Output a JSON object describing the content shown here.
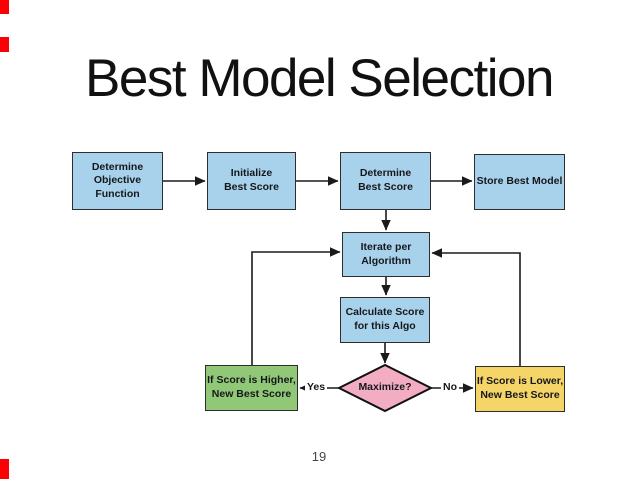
{
  "slide": {
    "title": "Best Model Selection",
    "page_number": "19"
  },
  "colors": {
    "background": "#ffffff",
    "title_text": "#111111",
    "node_text": "#15181b",
    "connector": "#1a1a1a",
    "process_fill": "#a8d1ec",
    "decision_fill": "#f2adc3",
    "true_branch_fill": "#90c877",
    "false_branch_fill": "#f5d568",
    "node_border": "#2d2d2d",
    "edge_marker_red": "#fb0106"
  },
  "flowchart": {
    "nodes": [
      {
        "id": "determine-objective-function",
        "label": "Determine\nObjective\nFunction",
        "shape": "process"
      },
      {
        "id": "initialize-best-score",
        "label": "Initialize\nBest Score",
        "shape": "process"
      },
      {
        "id": "determine-best-score",
        "label": "Determine\nBest Score",
        "shape": "process"
      },
      {
        "id": "store-best-model",
        "label": "Store Best Model",
        "shape": "process"
      },
      {
        "id": "iterate-per-algorithm",
        "label": "Iterate per\nAlgorithm",
        "shape": "process"
      },
      {
        "id": "calculate-score-for-this-algo",
        "label": "Calculate Score\nfor this Algo",
        "shape": "process"
      },
      {
        "id": "maximize-decision",
        "label": "Maximize?",
        "shape": "decision"
      },
      {
        "id": "if-score-higher",
        "label": "If Score is Higher,\nNew Best Score",
        "shape": "result-true"
      },
      {
        "id": "if-score-lower",
        "label": "If Score is Lower,\nNew Best Score",
        "shape": "result-false"
      }
    ],
    "edge_labels": {
      "yes": "Yes",
      "no": "No"
    }
  }
}
